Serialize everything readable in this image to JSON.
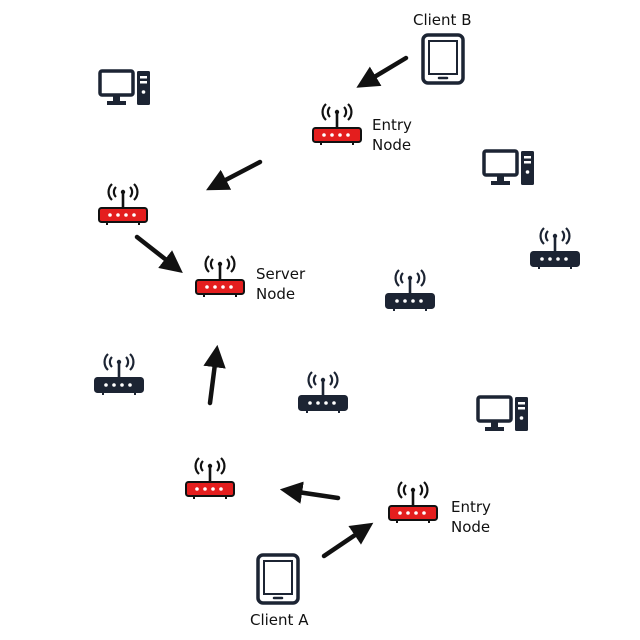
{
  "labels": {
    "client_b": "Client B",
    "client_a": "Client A",
    "entry_node_top": [
      "Entry",
      "Node"
    ],
    "entry_node_bottom": [
      "Entry",
      "Node"
    ],
    "server_node": [
      "Server",
      "Node"
    ]
  },
  "colors": {
    "route_router": "#e41e1e",
    "idle_router": "#1c2433",
    "device": "#1c2433",
    "arrow": "#111111",
    "background": "#ffffff"
  },
  "icons": {
    "route_router": "router-icon",
    "idle_router": "router-icon",
    "client": "tablet-icon",
    "pc": "desktop-computer-icon",
    "flow": "arrow-icon"
  }
}
